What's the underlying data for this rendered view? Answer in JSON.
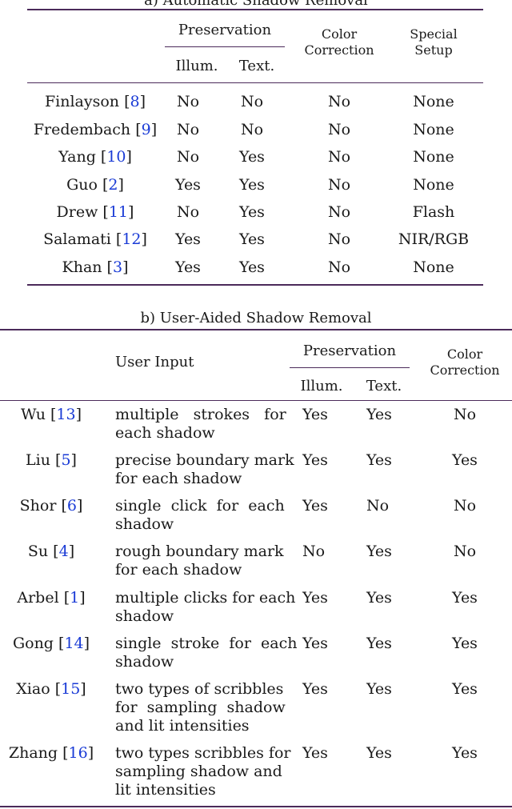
{
  "table_a": {
    "caption": "a) Automatic Shadow Removal",
    "header": {
      "preservation": "Preservation",
      "illum": "Illum.",
      "text": "Text.",
      "color_correction": [
        "Color",
        "Correction"
      ],
      "special_setup": [
        "Special",
        "Setup"
      ]
    },
    "rows": [
      {
        "name": "Finlayson",
        "cite": "8",
        "illum": "No",
        "text": "No",
        "color": "No",
        "setup": "None"
      },
      {
        "name": "Fredembach",
        "cite": "9",
        "illum": "No",
        "text": "No",
        "color": "No",
        "setup": "None"
      },
      {
        "name": "Yang",
        "cite": "10",
        "illum": "No",
        "text": "Yes",
        "color": "No",
        "setup": "None"
      },
      {
        "name": "Guo",
        "cite": "2",
        "illum": "Yes",
        "text": "Yes",
        "color": "No",
        "setup": "None"
      },
      {
        "name": "Drew",
        "cite": "11",
        "illum": "No",
        "text": "Yes",
        "color": "No",
        "setup": "Flash"
      },
      {
        "name": "Salamati",
        "cite": "12",
        "illum": "Yes",
        "text": "Yes",
        "color": "No",
        "setup": "NIR/RGB"
      },
      {
        "name": "Khan",
        "cite": "3",
        "illum": "Yes",
        "text": "Yes",
        "color": "No",
        "setup": "None"
      }
    ]
  },
  "table_b": {
    "caption": "b) User-Aided Shadow Removal",
    "header": {
      "user_input": "User Input",
      "preservation": "Preservation",
      "illum": "Illum.",
      "text": "Text.",
      "color_correction": [
        "Color",
        "Correction"
      ]
    },
    "rows": [
      {
        "name": "Wu",
        "cite": "13",
        "input": [
          "multiple   strokes   for",
          "each shadow"
        ],
        "illum": "Yes",
        "text": "Yes",
        "color": "No"
      },
      {
        "name": "Liu",
        "cite": "5",
        "input": [
          "precise boundary mark",
          "for each shadow"
        ],
        "illum": "Yes",
        "text": "Yes",
        "color": "Yes"
      },
      {
        "name": "Shor",
        "cite": "6",
        "input": [
          "single  click  for  each",
          "shadow"
        ],
        "illum": "Yes",
        "text": "No",
        "color": "No"
      },
      {
        "name": "Su",
        "cite": "4",
        "input": [
          "rough boundary mark",
          "for each shadow"
        ],
        "illum": "No",
        "text": "Yes",
        "color": "No"
      },
      {
        "name": "Arbel",
        "cite": "1",
        "input": [
          "multiple clicks for each",
          "shadow"
        ],
        "illum": "Yes",
        "text": "Yes",
        "color": "Yes"
      },
      {
        "name": "Gong",
        "cite": "14",
        "input": [
          "single  stroke  for  each",
          "shadow"
        ],
        "illum": "Yes",
        "text": "Yes",
        "color": "Yes"
      },
      {
        "name": "Xiao",
        "cite": "15",
        "input": [
          "two types of scribbles",
          "for  sampling  shadow",
          "and lit intensities"
        ],
        "illum": "Yes",
        "text": "Yes",
        "color": "Yes"
      },
      {
        "name": "Zhang",
        "cite": "16",
        "input": [
          "two types scribbles for",
          "sampling shadow and",
          "lit intensities"
        ],
        "illum": "Yes",
        "text": "Yes",
        "color": "Yes"
      }
    ]
  }
}
